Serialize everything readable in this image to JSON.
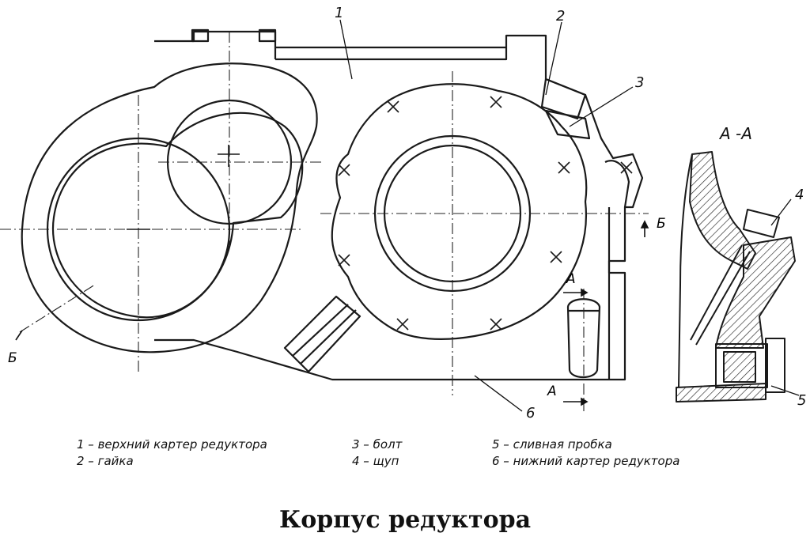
{
  "callouts": {
    "c1": "1",
    "c2": "2",
    "c3": "3",
    "c4": "4",
    "c5": "5",
    "c6": "6"
  },
  "section_title": "А -А",
  "section_marks": {
    "a_top": "А",
    "a_bottom": "А",
    "b_right": "Б",
    "b_left": "Б"
  },
  "legend": {
    "col1": [
      "1 – верхний картер редуктора",
      "2 – гайка"
    ],
    "col2": [
      "3 – болт",
      "4 – щуп"
    ],
    "col3": [
      "5 – сливная пробка",
      "6 – нижний картер редуктора"
    ]
  },
  "caption": "Корпус редуктора"
}
